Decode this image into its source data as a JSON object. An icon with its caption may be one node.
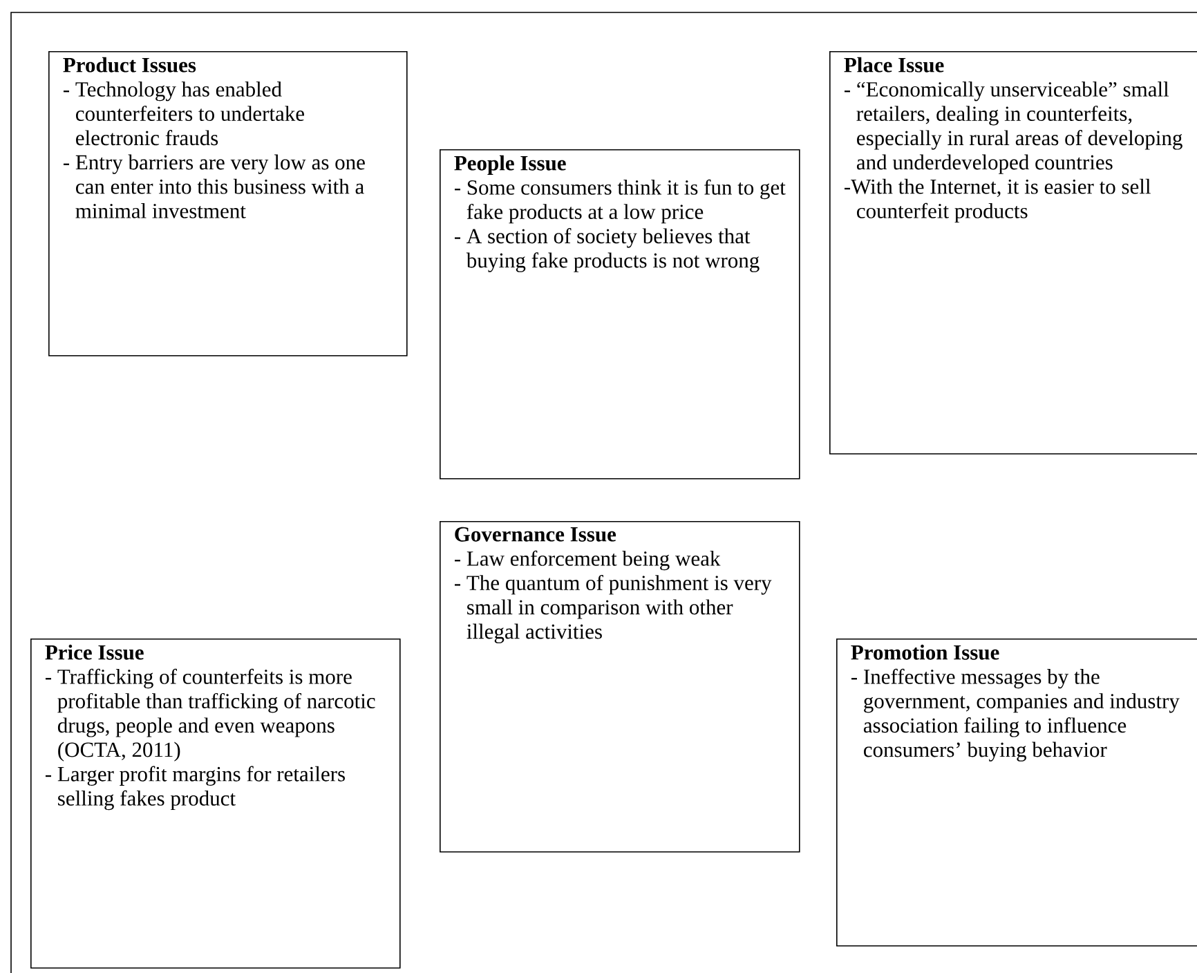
{
  "diagram": {
    "nodes": [
      {
        "text": [
          "Product Issues",
          "- Technology has enabled counterfeiters to undertake electronic frauds",
          "- Entry barriers are very low as one can enter into this business with a minimal investment"
        ]
      },
      {
        "text": [
          "People Issue",
          "- Some consumers think it is fun to get fake products at a low price",
          "- A section of society believes that buying fake products is not wrong"
        ]
      },
      {
        "text": [
          "Place Issue",
          "- “Economically unserviceable” small retailers, dealing in counterfeits, especially in rural areas of developing and underdeveloped countries",
          "-With the Internet, it is easier to sell counterfeit products"
        ]
      },
      {
        "text": [
          "Governance Issue",
          "- Law enforcement being weak",
          "- The quantum of punishment is very small in comparison with other illegal activities"
        ]
      },
      {
        "text": [
          "Price Issue",
          "- Trafficking of counterfeits is more profitable than trafficking of narcotic drugs, people and even weapons (OCTA, 2011)",
          "- Larger profit margins for retailers selling fakes product"
        ]
      },
      {
        "text": [
          "Promotion Issue",
          "- Ineffective messages by the government, companies and industry association failing to influence consumers’ buying behavior"
        ]
      }
    ]
  }
}
